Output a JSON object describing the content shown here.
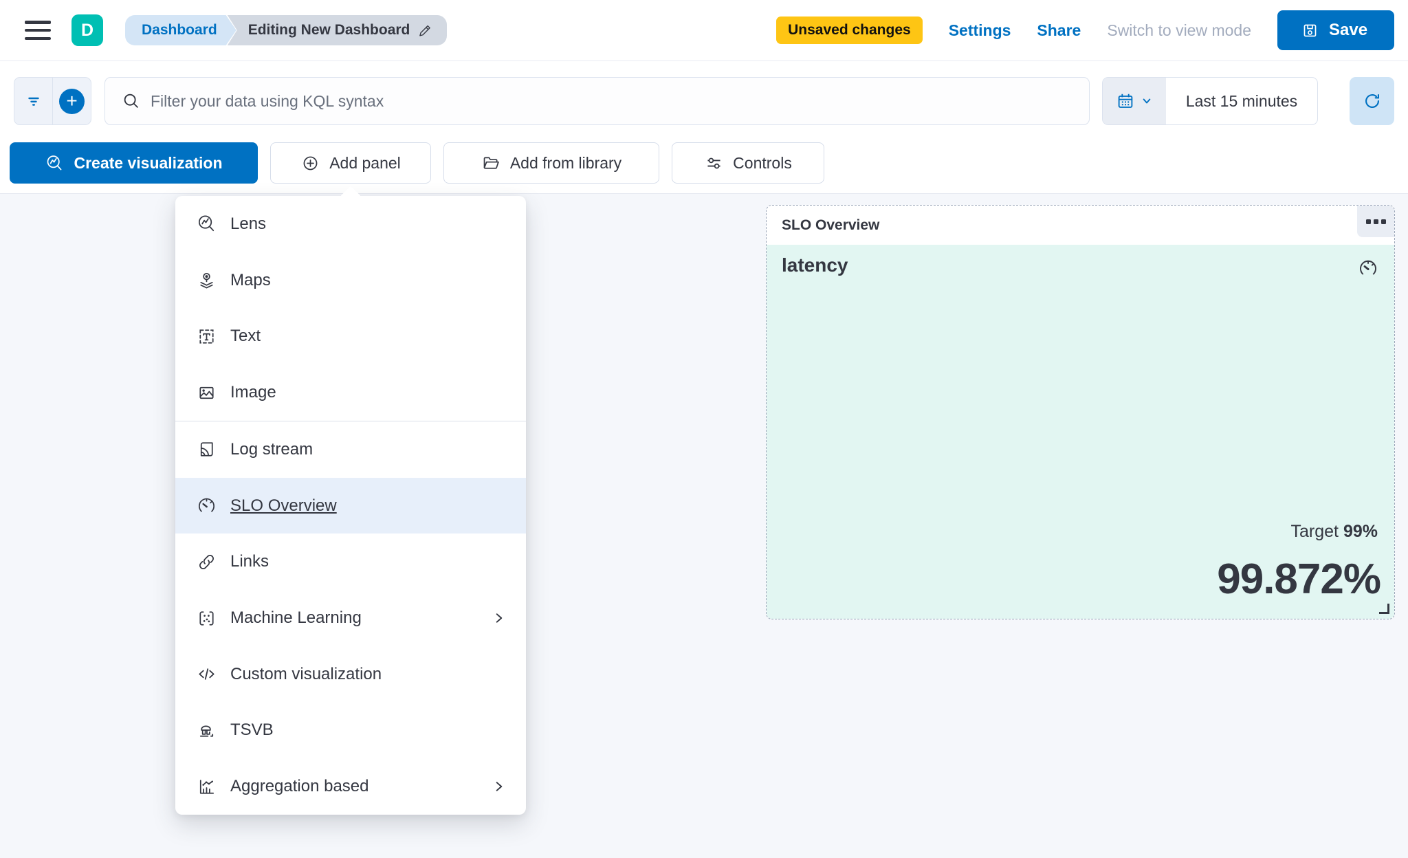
{
  "header": {
    "logo_letter": "D",
    "breadcrumbs": {
      "root": "Dashboard",
      "current": "Editing New Dashboard"
    },
    "unsaved_badge": "Unsaved changes",
    "settings_label": "Settings",
    "share_label": "Share",
    "switch_view_label": "Switch to view mode",
    "save_label": "Save"
  },
  "query_bar": {
    "kql_placeholder": "Filter your data using KQL syntax",
    "kql_value": "",
    "time_range": "Last 15 minutes"
  },
  "toolbar": {
    "create_visualization_label": "Create visualization",
    "add_panel_label": "Add panel",
    "add_from_library_label": "Add from library",
    "controls_label": "Controls"
  },
  "add_panel_menu": {
    "items": [
      {
        "label": "Lens",
        "icon": "lens-icon"
      },
      {
        "label": "Maps",
        "icon": "maps-icon"
      },
      {
        "label": "Text",
        "icon": "text-icon"
      },
      {
        "label": "Image",
        "icon": "image-icon"
      },
      {
        "label": "Log stream",
        "icon": "log-stream-icon"
      },
      {
        "label": "SLO Overview",
        "icon": "slo-gauge-icon",
        "selected": true
      },
      {
        "label": "Links",
        "icon": "link-icon"
      },
      {
        "label": "Machine Learning",
        "icon": "machine-learning-icon",
        "has_submenu": true
      },
      {
        "label": "Custom visualization",
        "icon": "code-icon"
      },
      {
        "label": "TSVB",
        "icon": "tsvb-icon"
      },
      {
        "label": "Aggregation based",
        "icon": "aggregation-icon",
        "has_submenu": true
      }
    ]
  },
  "slo_panel": {
    "title": "SLO Overview",
    "metric_name": "latency",
    "target_label": "Target",
    "target_value": "99%",
    "value": "99.872%"
  },
  "colors": {
    "primary_blue": "#0071c2",
    "teal_brand": "#00bfb3",
    "warning_yellow": "#fec514",
    "text_dark": "#343741",
    "panel_mint": "#e2f6f2",
    "menu_highlight": "#e7effa",
    "canvas_bg": "#f5f7fb"
  }
}
